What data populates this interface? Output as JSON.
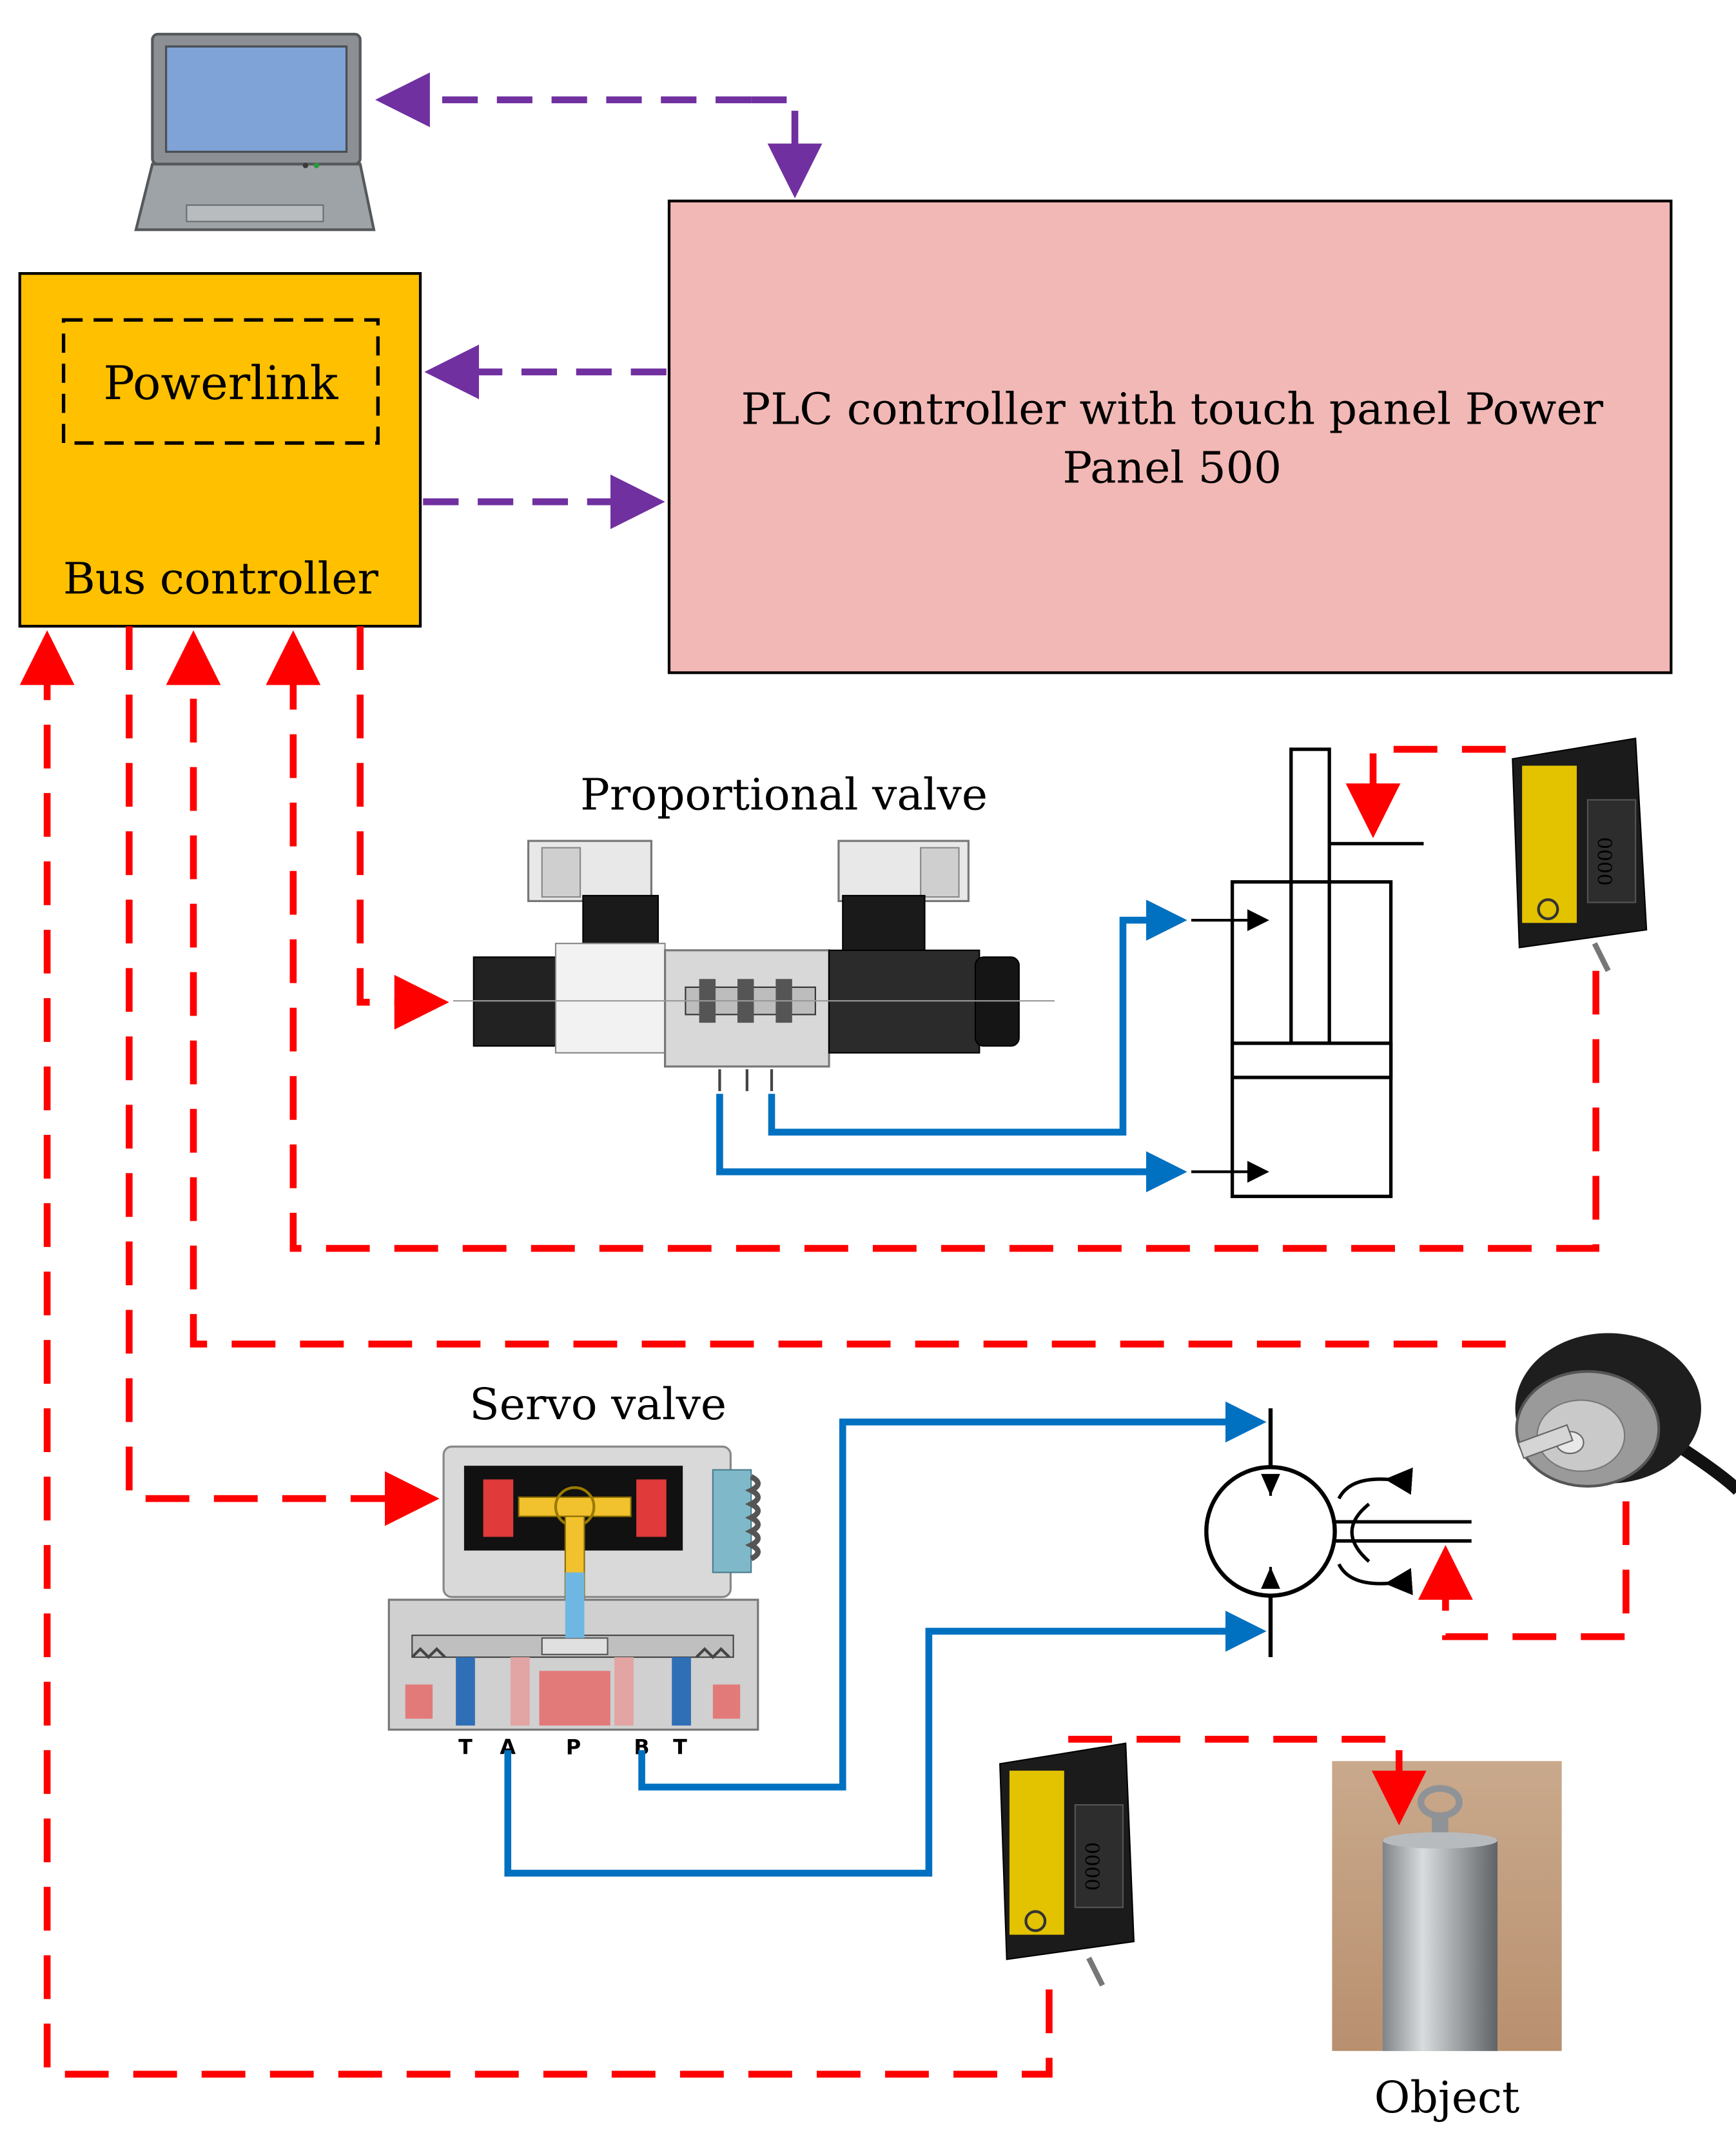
{
  "labels": {
    "powerlink": "Powerlink",
    "bus_controller": "Bus controller",
    "plc_line1": "PLC controller with touch panel Power",
    "plc_line2": "Panel 500",
    "proportional_valve": "Proportional valve",
    "servo_valve": "Servo valve",
    "object": "Object"
  },
  "servo_ports": [
    "T",
    "A",
    "P",
    "B",
    "T"
  ],
  "colors": {
    "bus_controller_fill": "#FFC000",
    "plc_fill": "#F2B8B5",
    "ethernet_link": "#7030A0",
    "signal_link": "#FF0000",
    "hydraulic_line": "#0070C0"
  },
  "icons": [
    "laptop-icon",
    "proportional-valve-icon",
    "hydraulic-cylinder-icon",
    "laser-sensor-icon",
    "rotary-encoder-icon",
    "servo-valve-icon",
    "hydraulic-motor-icon",
    "object-weight-image"
  ]
}
